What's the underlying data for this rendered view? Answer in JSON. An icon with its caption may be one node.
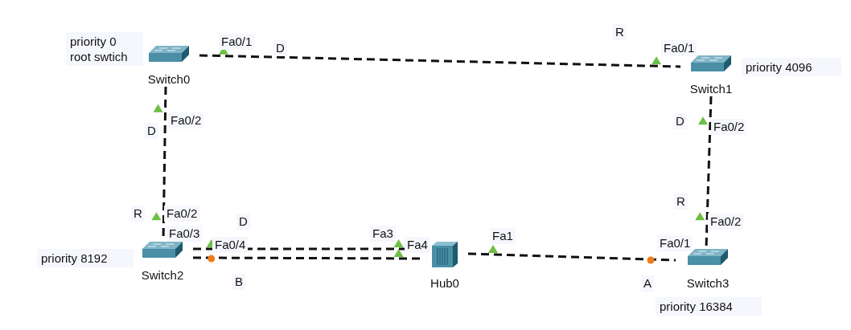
{
  "diagram": {
    "nodes": [
      {
        "text": [
          "Switch0"
        ],
        "beside": [
          "priority 0 root swtich"
        ]
      },
      {
        "text": [
          "Switch1"
        ],
        "beside": [
          "priority 4096"
        ]
      },
      {
        "text": [
          "Switch2"
        ],
        "beside": [
          "priority 8192"
        ]
      },
      {
        "text": [
          "Switch3"
        ],
        "beside": [
          "priority 16384"
        ]
      },
      {
        "text": [
          "Hub0"
        ]
      }
    ],
    "edges": [
      {
        "from": 0,
        "to": 1,
        "arrow": "none",
        "style": "dashed"
      },
      {
        "from": 0,
        "to": 2,
        "arrow": "none",
        "style": "dashed"
      },
      {
        "from": 1,
        "to": 3,
        "arrow": "none",
        "style": "dashed"
      },
      {
        "from": 2,
        "to": 4,
        "arrow": "none",
        "style": "dashed"
      },
      {
        "from": 2,
        "to": 4,
        "arrow": "none",
        "style": "dashed"
      },
      {
        "from": 4,
        "to": 3,
        "arrow": "none",
        "style": "dashed"
      }
    ],
    "labels": [
      "R",
      "Fa0/1",
      "D",
      "Fa0/1",
      "Fa0/2",
      "D",
      "Fa0/2",
      "D",
      "R",
      "R",
      "Fa0/2",
      "Fa0/2",
      "D",
      "Fa3",
      "Fa0/3",
      "Fa0/4",
      "Fa4",
      "Fa1",
      "Fa0/1",
      "B",
      "A"
    ]
  }
}
